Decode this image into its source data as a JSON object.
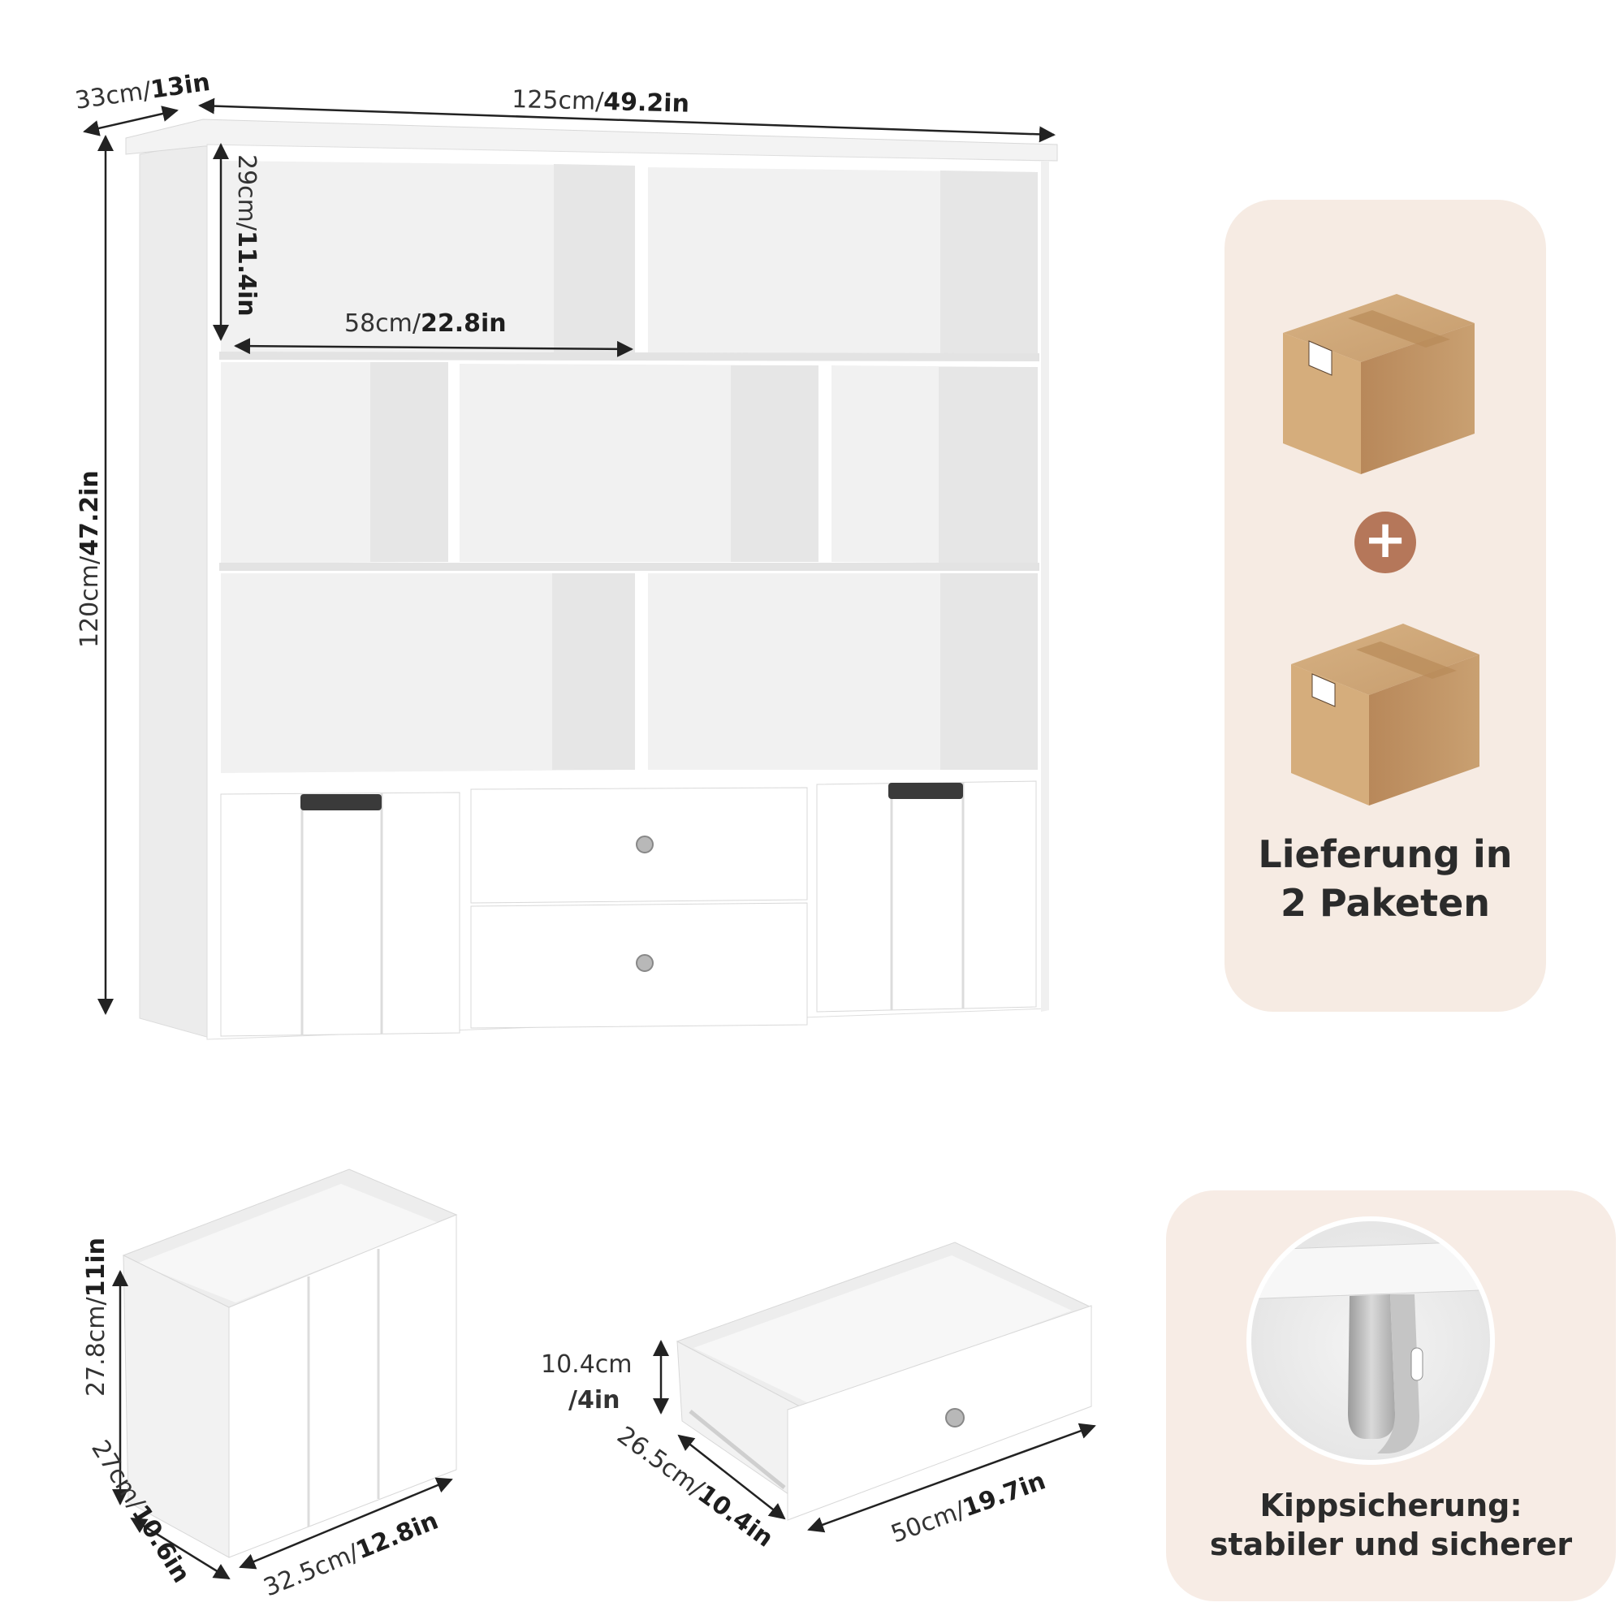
{
  "colors": {
    "panel_bg": "#f6ebe3",
    "panel_bg_bottom": "#f7ece5",
    "accent": "#b5775a",
    "furniture": "#ffffff",
    "furniture_shade": "#ececec",
    "cardboard": "#c49a6c"
  },
  "dimensions": {
    "depth": {
      "cm": "33cm/",
      "in": "13in"
    },
    "width": {
      "cm": "125cm/",
      "in": "49.2in"
    },
    "height": {
      "cm": "120cm/",
      "in": "47.2in"
    },
    "compartment_height": {
      "cm": "29cm/",
      "in": "11.4in"
    },
    "compartment_width": {
      "cm": "58cm/",
      "in": "22.8in"
    },
    "bin_height": {
      "cm": "27.8cm/",
      "in": "11in"
    },
    "bin_depth": {
      "cm": "27cm/",
      "in": "10.6in"
    },
    "bin_width": {
      "cm": "32.5cm/",
      "in": "12.8in"
    },
    "drawer_height": {
      "cm": "10.4cm",
      "in": "/4in"
    },
    "drawer_depth": {
      "cm": "26.5cm/",
      "in": "10.4in"
    },
    "drawer_width": {
      "cm": "50cm/",
      "in": "19.7in"
    }
  },
  "delivery_panel": {
    "icons": [
      "cardboard-box-icon",
      "plus-icon",
      "cardboard-box-icon"
    ],
    "plus_symbol": "+",
    "caption_line1": "Lieferung in",
    "caption_line2": "2 Paketen"
  },
  "tip_panel": {
    "icon": "anti-tip-bracket-icon",
    "caption_line1": "Kippsicherung:",
    "caption_line2": "stabiler und sicherer"
  }
}
